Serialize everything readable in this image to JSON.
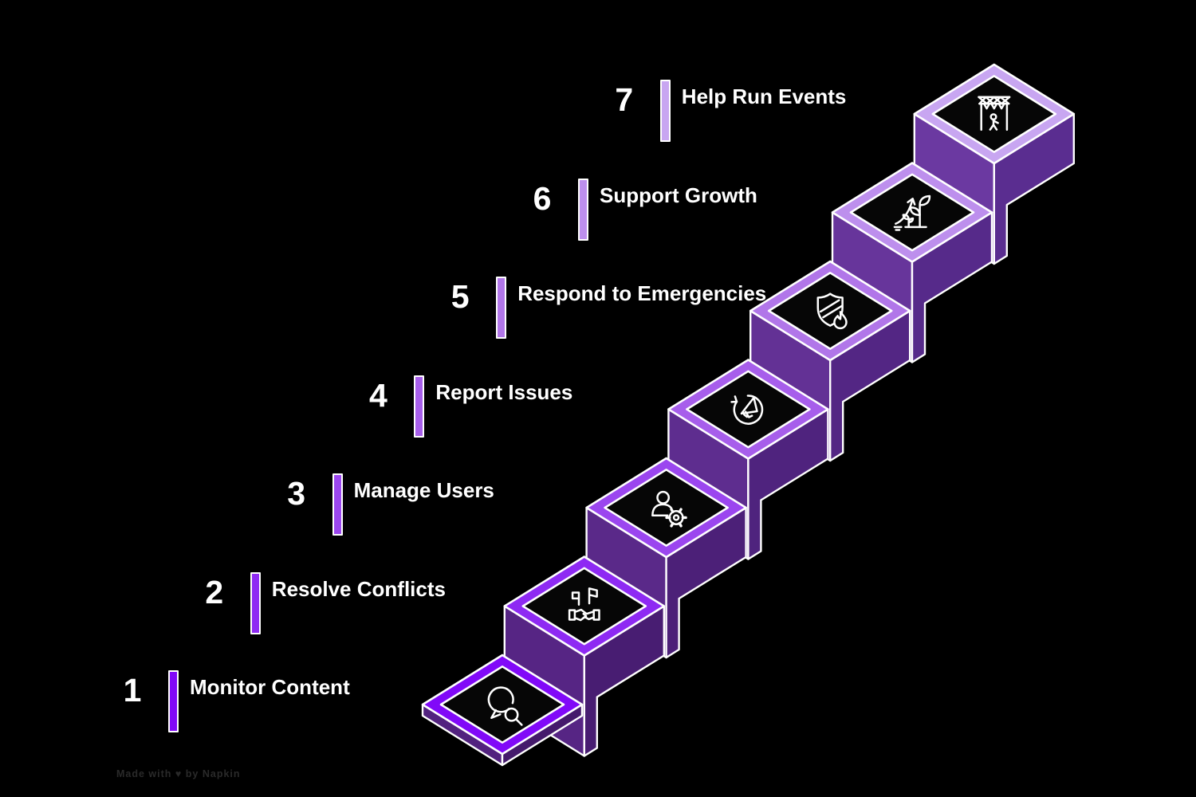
{
  "steps": [
    {
      "number": "1",
      "label": "Monitor Content",
      "icon": "chat-search-icon",
      "accent": "#8109F8",
      "left_face": "#52227F",
      "right_face": "#451A6C"
    },
    {
      "number": "2",
      "label": "Resolve Conflicts",
      "icon": "handshake-flags-icon",
      "accent": "#8E2AF3",
      "left_face": "#562584",
      "right_face": "#481D72"
    },
    {
      "number": "3",
      "label": "Manage Users",
      "icon": "user-gear-icon",
      "accent": "#9B46EF",
      "left_face": "#5A2989",
      "right_face": "#4C2078"
    },
    {
      "number": "4",
      "label": "Report Issues",
      "icon": "megaphone-cycle-icon",
      "accent": "#A75EEB",
      "left_face": "#5E2D8F",
      "right_face": "#4F237E"
    },
    {
      "number": "5",
      "label": "Respond to Emergencies",
      "icon": "shield-flame-icon",
      "accent": "#B176E9",
      "left_face": "#633195",
      "right_face": "#532684"
    },
    {
      "number": "6",
      "label": "Support Growth",
      "icon": "growth-plant-icon",
      "accent": "#BD8FED",
      "left_face": "#67359B",
      "right_face": "#562A8A"
    },
    {
      "number": "7",
      "label": "Help Run Events",
      "icon": "event-canopy-icon",
      "accent": "#C8A6F1",
      "left_face": "#6B39A1",
      "right_face": "#5A2D90"
    }
  ],
  "watermark": "Made with ♥ by Napkin",
  "colors": {
    "background": "#000000",
    "text": "#FFFFFF",
    "outline": "#FFFFFF",
    "step_top": "#060606"
  }
}
